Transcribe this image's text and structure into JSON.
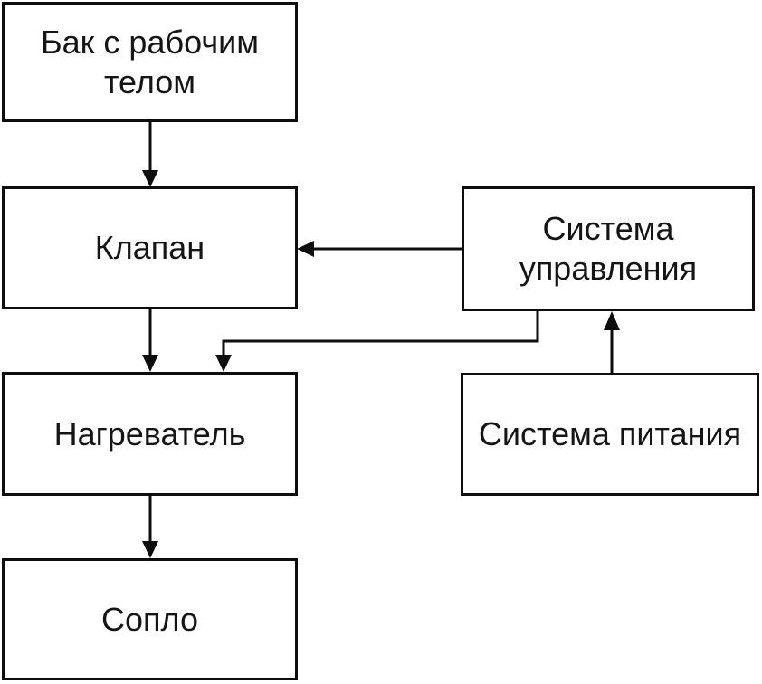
{
  "diagram": {
    "type": "flowchart",
    "background_color": "#ffffff",
    "box_fill_color": "#ffffff",
    "line_color": "#0d0d0d",
    "text_color": "#151515",
    "nodes": {
      "tank": {
        "id": "tank",
        "label": "Бак с рабочим\nтелом"
      },
      "valve": {
        "id": "valve",
        "label": "Клапан"
      },
      "heater": {
        "id": "heater",
        "label": "Нагреватель"
      },
      "nozzle": {
        "id": "nozzle",
        "label": "Сопло"
      },
      "control": {
        "id": "control",
        "label": "Система\nуправления"
      },
      "power": {
        "id": "power",
        "label": "Система питания"
      }
    },
    "edges": [
      {
        "from": "tank",
        "to": "valve",
        "arrow_direction": "down"
      },
      {
        "from": "valve",
        "to": "heater",
        "arrow_direction": "down"
      },
      {
        "from": "heater",
        "to": "nozzle",
        "arrow_direction": "down"
      },
      {
        "from": "control",
        "to": "valve",
        "arrow_direction": "left"
      },
      {
        "from": "control",
        "to": "heater",
        "arrow_direction": "down"
      },
      {
        "from": "power",
        "to": "control",
        "arrow_direction": "up"
      }
    ]
  }
}
